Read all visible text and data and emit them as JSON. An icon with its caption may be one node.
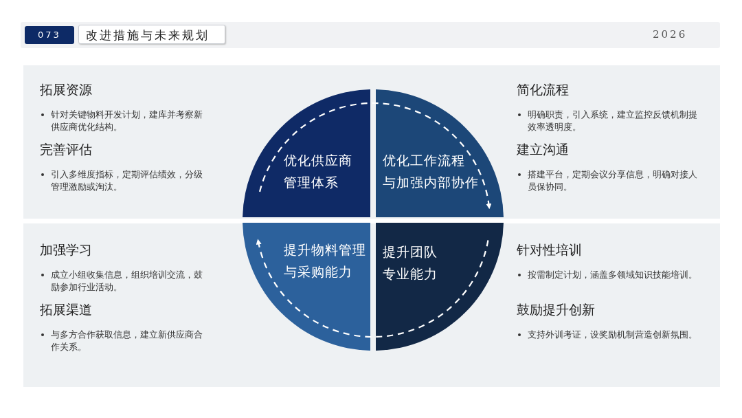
{
  "diagram": {
    "title": "改进措施与未来规划",
    "nodes": [
      {
        "text": [
          "优化供应商管理体系"
        ]
      },
      {
        "text": [
          "优化工作流程与加强内部协作"
        ]
      },
      {
        "text": [
          "提升物料管理与采购能力"
        ]
      },
      {
        "text": [
          "提升团队专业能力"
        ]
      }
    ],
    "edges": [
      {
        "from": 0,
        "to": 1,
        "arrow": "to",
        "style": "dashed"
      },
      {
        "from": 3,
        "to": 2,
        "arrow": "to",
        "style": "dashed"
      }
    ],
    "labels": [
      "073",
      "2026",
      "拓展资源",
      "针对关键物料开发计划，建库并考察新供应商优化结构。",
      "完善评估",
      "引入多维度指标，定期评估绩效，分级管理激励或淘汰。",
      "简化流程",
      "明确职责，引入系统，建立监控反馈机制提效率透明度。",
      "建立沟通",
      "搭建平台，定期会议分享信息，明确对接人员保协同。",
      "加强学习",
      "成立小组收集信息，组织培训交流，鼓励参加行业活动。",
      "拓展渠道",
      "与多方合作获取信息，建立新供应商合作关系。",
      "针对性培训",
      "按需制定计划，涵盖多领域知识技能培训。",
      "鼓励提升创新",
      "支持外训考证，设奖励机制营造创新氛围。"
    ]
  }
}
